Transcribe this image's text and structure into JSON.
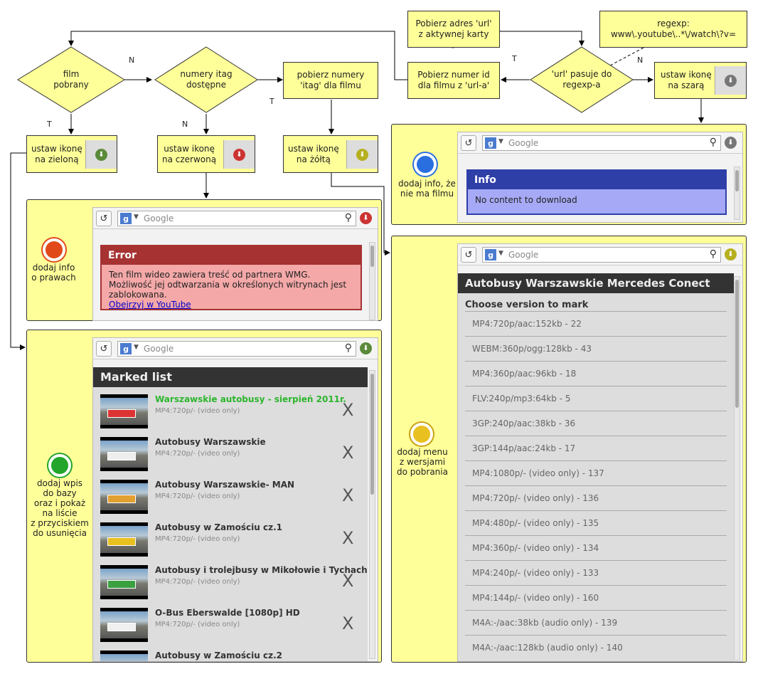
{
  "flow": {
    "get_url": "Pobierz adres 'url'\nz aktywnej karty",
    "regexp_note": "regexp:\nwww\\.youtube\\..*\\/watch\\?v=",
    "url_matches": "'url' pasuje do\nregexp-a",
    "get_id": "Pobierz numer id\ndla filmu z 'url-a'",
    "set_grey": "ustaw ikonę\nna szarą",
    "film_downloaded": "film\npobrany",
    "itags_available": "numery itag\ndostępne",
    "get_itags": "pobierz numery\n'itag' dla filmu",
    "set_green": "ustaw ikonę\nna zieloną",
    "set_red": "ustaw ikonę\nna czerwoną",
    "set_yellow": "ustaw ikonę\nna żółtą",
    "n": "N",
    "t": "T"
  },
  "browser": {
    "search_placeholder": "Google",
    "g": "g"
  },
  "info_panel": {
    "caption": "dodaj info, że\nnie ma filmu",
    "title": "Info",
    "text": "No content to download",
    "color": "#2f3fa8"
  },
  "error_panel": {
    "caption": "dodaj info\no prawach",
    "title": "Error",
    "text": "Ten film wideo zawiera treść od partnera WMG. Możliwość jej odtwarzania w określonych witrynach jest zablokowana.",
    "link": "Obejrzyj w YouTube",
    "color": "#a63232"
  },
  "marked_panel": {
    "caption": "dodaj wpis\ndo bazy\noraz i pokaż\nna liście\nz przyciskiem\ndo usunięcia",
    "header": "Marked list",
    "items": [
      {
        "title": "Warszawskie autobusy - sierpień 2011r.",
        "sub": "MP4:720p/- (video only)",
        "remove": "X"
      },
      {
        "title": "Autobusy Warszawskie",
        "sub": "MP4:720p/- (video only)",
        "remove": "X"
      },
      {
        "title": "Autobusy Warszawskie- MAN",
        "sub": "MP4:720p/- (video only)",
        "remove": "X"
      },
      {
        "title": "Autobusy w Zamościu cz.1",
        "sub": "MP4:720p/- (video only)",
        "remove": "X"
      },
      {
        "title": "Autobusy i trolejbusy w Mikołowie i Tychach",
        "sub": "MP4:720p/- (video only)",
        "remove": "X"
      },
      {
        "title": "O-Bus Eberswalde [1080p] HD",
        "sub": "MP4:720p/- (video only)",
        "remove": "X"
      },
      {
        "title": "Autobusy w Zamościu cz.2",
        "sub": "",
        "remove": ""
      }
    ]
  },
  "version_panel": {
    "caption": "dodaj menu\nz wersjami\ndo pobrania",
    "header": "Autobusy Warszawskie Mercedes Conect",
    "subheader": "Choose version to mark",
    "versions": [
      "MP4:720p/aac:152kb - 22",
      "WEBM:360p/ogg:128kb - 43",
      "MP4:360p/aac:96kb - 18",
      "FLV:240p/mp3:64kb - 5",
      "3GP:240p/aac:38kb - 36",
      "3GP:144p/aac:24kb - 17",
      "MP4:1080p/- (video only) - 137",
      "MP4:720p/- (video only) - 136",
      "MP4:480p/- (video only) - 135",
      "MP4:360p/- (video only) - 134",
      "MP4:240p/- (video only) - 133",
      "MP4:144p/- (video only) - 160",
      "M4A:-/aac:38kb (audio only) - 139",
      "M4A:-/aac:128kb (audio only) - 140"
    ]
  }
}
